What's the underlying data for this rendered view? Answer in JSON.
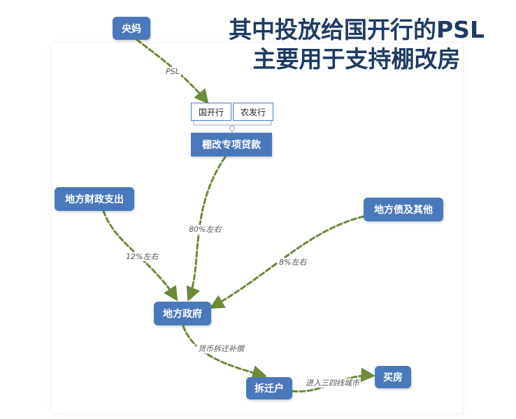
{
  "title": {
    "line1": "其中投放给国开行的PSL",
    "line2": "主要用于支持棚改房"
  },
  "nodes": {
    "central_bank": "央妈",
    "cdb": "国开行",
    "adbc": "农发行",
    "shantytown_loan": "棚改专项贷款",
    "local_fiscal": "地方财政支出",
    "local_debt": "地方债及其他",
    "local_gov": "地方政府",
    "relocated": "拆迁户",
    "buy_house": "买房"
  },
  "edges": {
    "psl": "PSL",
    "pct80": "80%左右",
    "pct12": "12%左右",
    "pct8": "8%左右",
    "compensation": "货币拆迁补偿",
    "tier34": "进入三四线城市"
  },
  "colors": {
    "node": "#4a79bb",
    "title": "#1f3a66",
    "arrow": "#6b8a3a"
  }
}
